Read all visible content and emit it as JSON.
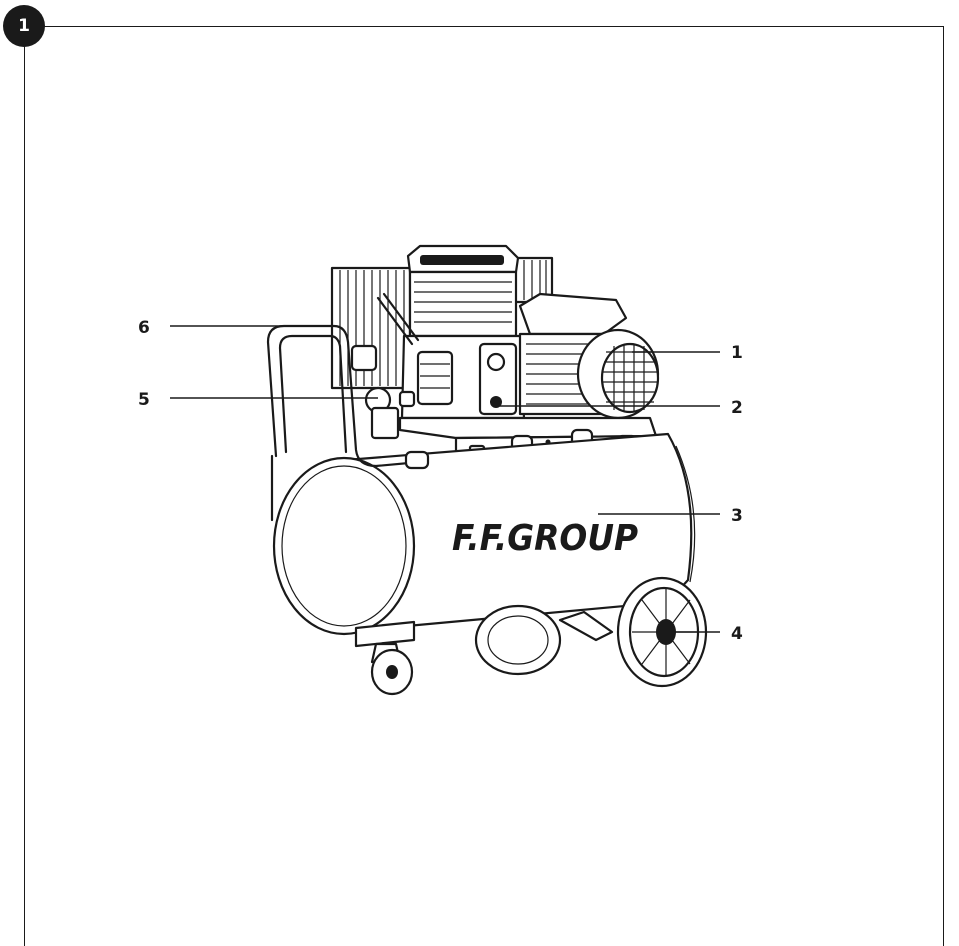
{
  "figure": {
    "number": "1"
  },
  "brand": {
    "logo_text": "F.F.GROUP"
  },
  "callouts": [
    {
      "label": "1",
      "part": "motor"
    },
    {
      "label": "2",
      "part": "pressure-switch"
    },
    {
      "label": "3",
      "part": "air-tank"
    },
    {
      "label": "4",
      "part": "wheel"
    },
    {
      "label": "5",
      "part": "outlet-valve"
    },
    {
      "label": "6",
      "part": "handle"
    }
  ],
  "colors": {
    "ink": "#1a1a1a",
    "paper": "#ffffff"
  }
}
